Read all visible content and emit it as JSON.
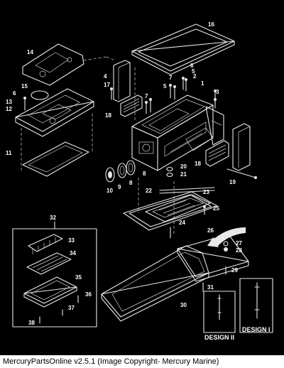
{
  "footer_text": "MercuryPartsOnline v2.5.1 (Image Copyright- Mercury Marine)",
  "callouts": [
    "1",
    "2",
    "3",
    "4",
    "5",
    "6",
    "7",
    "8",
    "9",
    "10",
    "11",
    "12",
    "13",
    "14",
    "15",
    "16",
    "17",
    "18",
    "19",
    "20",
    "21",
    "22",
    "23",
    "24",
    "25",
    "26",
    "27",
    "28",
    "29",
    "30",
    "31",
    "32",
    "33",
    "34",
    "35",
    "36",
    "37",
    "38"
  ],
  "design_labels": {
    "design_2": "DESIGN II",
    "design_1": "DESIGN I"
  }
}
